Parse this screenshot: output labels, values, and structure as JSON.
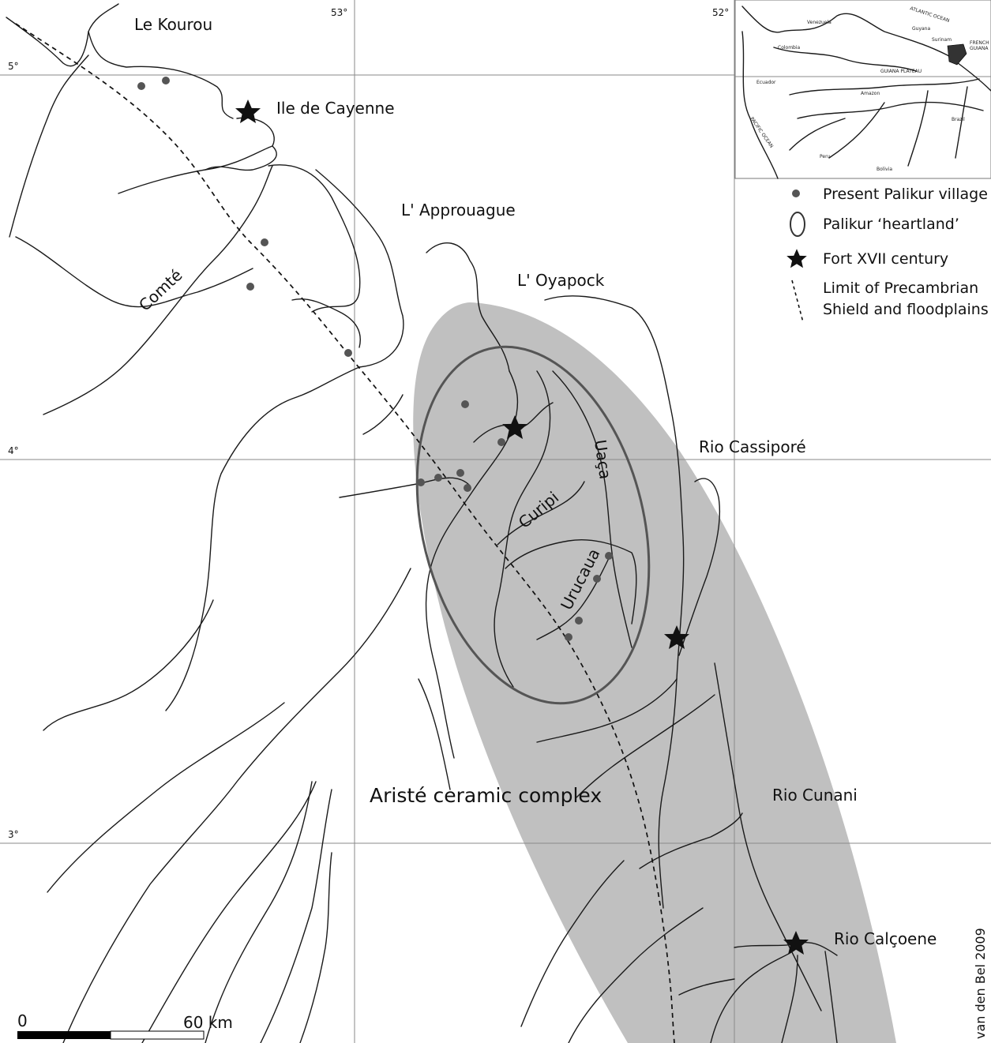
{
  "title": "",
  "grid": {
    "lon_labels": [
      "53°",
      "52°"
    ],
    "lat_labels": [
      "5°",
      "4°",
      "3°"
    ]
  },
  "colors": {
    "complex_fill": "#c0c0c0",
    "heartland_stroke": "#555555",
    "village_dot": "#555555",
    "river": "#1a1a1a",
    "grid": "#8a8a8a"
  },
  "places": {
    "kourou": "Le Kourou",
    "cayenne": "Ile de Cayenne",
    "approuague": "L' Approuague",
    "oyapock": "L' Oyapock",
    "comte": "Comté",
    "cassipore": "Rio Cassiporé",
    "uaca": "Uaça",
    "curipi": "Curipi",
    "urucaua": "Urucaua",
    "cunani": "Rio Cunani",
    "calcoene": "Rio Calçoene"
  },
  "complex_label": "Aristé ceramic complex",
  "legend": {
    "village": "Present Palikur village",
    "heartland": "Palikur ‘heartland’",
    "fort": "Fort XVII century",
    "limit_line1": "Limit of Precambrian",
    "limit_line2": "Shield and floodplains",
    "icons": [
      "village-dot-icon",
      "heartland-ellipse-icon",
      "fort-star-icon",
      "dashed-line-icon"
    ]
  },
  "scale": {
    "start": "0",
    "end": "60 km"
  },
  "credit": "van den Bel 2009",
  "inset": {
    "labels": {
      "atlantic": "ATLANTIC OCEAN",
      "venezuela": "Venezuela",
      "guyana": "Guyana",
      "surinam": "Surinam",
      "french_guiana_1": "FRENCH",
      "french_guiana_2": "GUIANA",
      "colombia": "Colombia",
      "guiana_plateau": "GUIANA PLATEAU",
      "ecuador": "Ecuador",
      "amazon": "Amazon",
      "brazil": "Brazil",
      "pacific": "PACIFIC OCEAN",
      "peru": "Peru",
      "bolivia": "Bolivia"
    }
  }
}
